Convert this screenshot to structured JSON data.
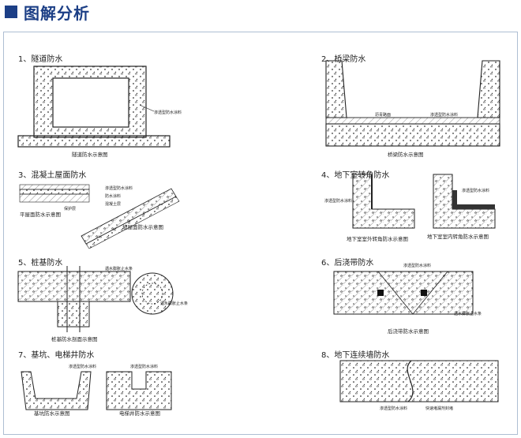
{
  "header": {
    "title": "图解分析"
  },
  "cells": [
    {
      "title": "1、隧道防水",
      "caption": "隧道防水示意图",
      "notes": [
        "渗透型防水涂料"
      ]
    },
    {
      "title": "2、桥梁防水",
      "caption": "桥梁防水示意图",
      "notes": [
        "沥青路面",
        "渗透型防水涂料"
      ]
    },
    {
      "title": "3、混凝土屋面防水",
      "captions": [
        "平屋面防水示意图",
        "坡屋面防水示意图"
      ],
      "notes": [
        "渗透型防水涂料",
        "防水涂料",
        "混凝土层",
        "保护层"
      ]
    },
    {
      "title": "4、地下室转角防水",
      "captions": [
        "地下室室外转角防水示意图",
        "地下室室内转角防水示意图"
      ],
      "notes": [
        "渗透型防水涂料",
        "渗透型防水涂料"
      ]
    },
    {
      "title": "5、桩基防水",
      "caption": "桩基防水剖面示意图",
      "notes": [
        "遇水膨胀止水条",
        "遇水膨胀止水条"
      ]
    },
    {
      "title": "6、后浇带防水",
      "caption": "后浇带防水示意图",
      "notes": [
        "渗透型防水涂料",
        "遇水膨胀止水条"
      ]
    },
    {
      "title": "7、基坑、电梯井防水",
      "captions": [
        "基坑防水示意图",
        "电梯井防水示意图"
      ],
      "notes": [
        "渗透型防水涂料",
        "渗透型防水涂料"
      ]
    },
    {
      "title": "8、地下连续墙防水",
      "notes": [
        "渗透型防水涂料",
        "快速堵漏剂封堵"
      ]
    }
  ]
}
